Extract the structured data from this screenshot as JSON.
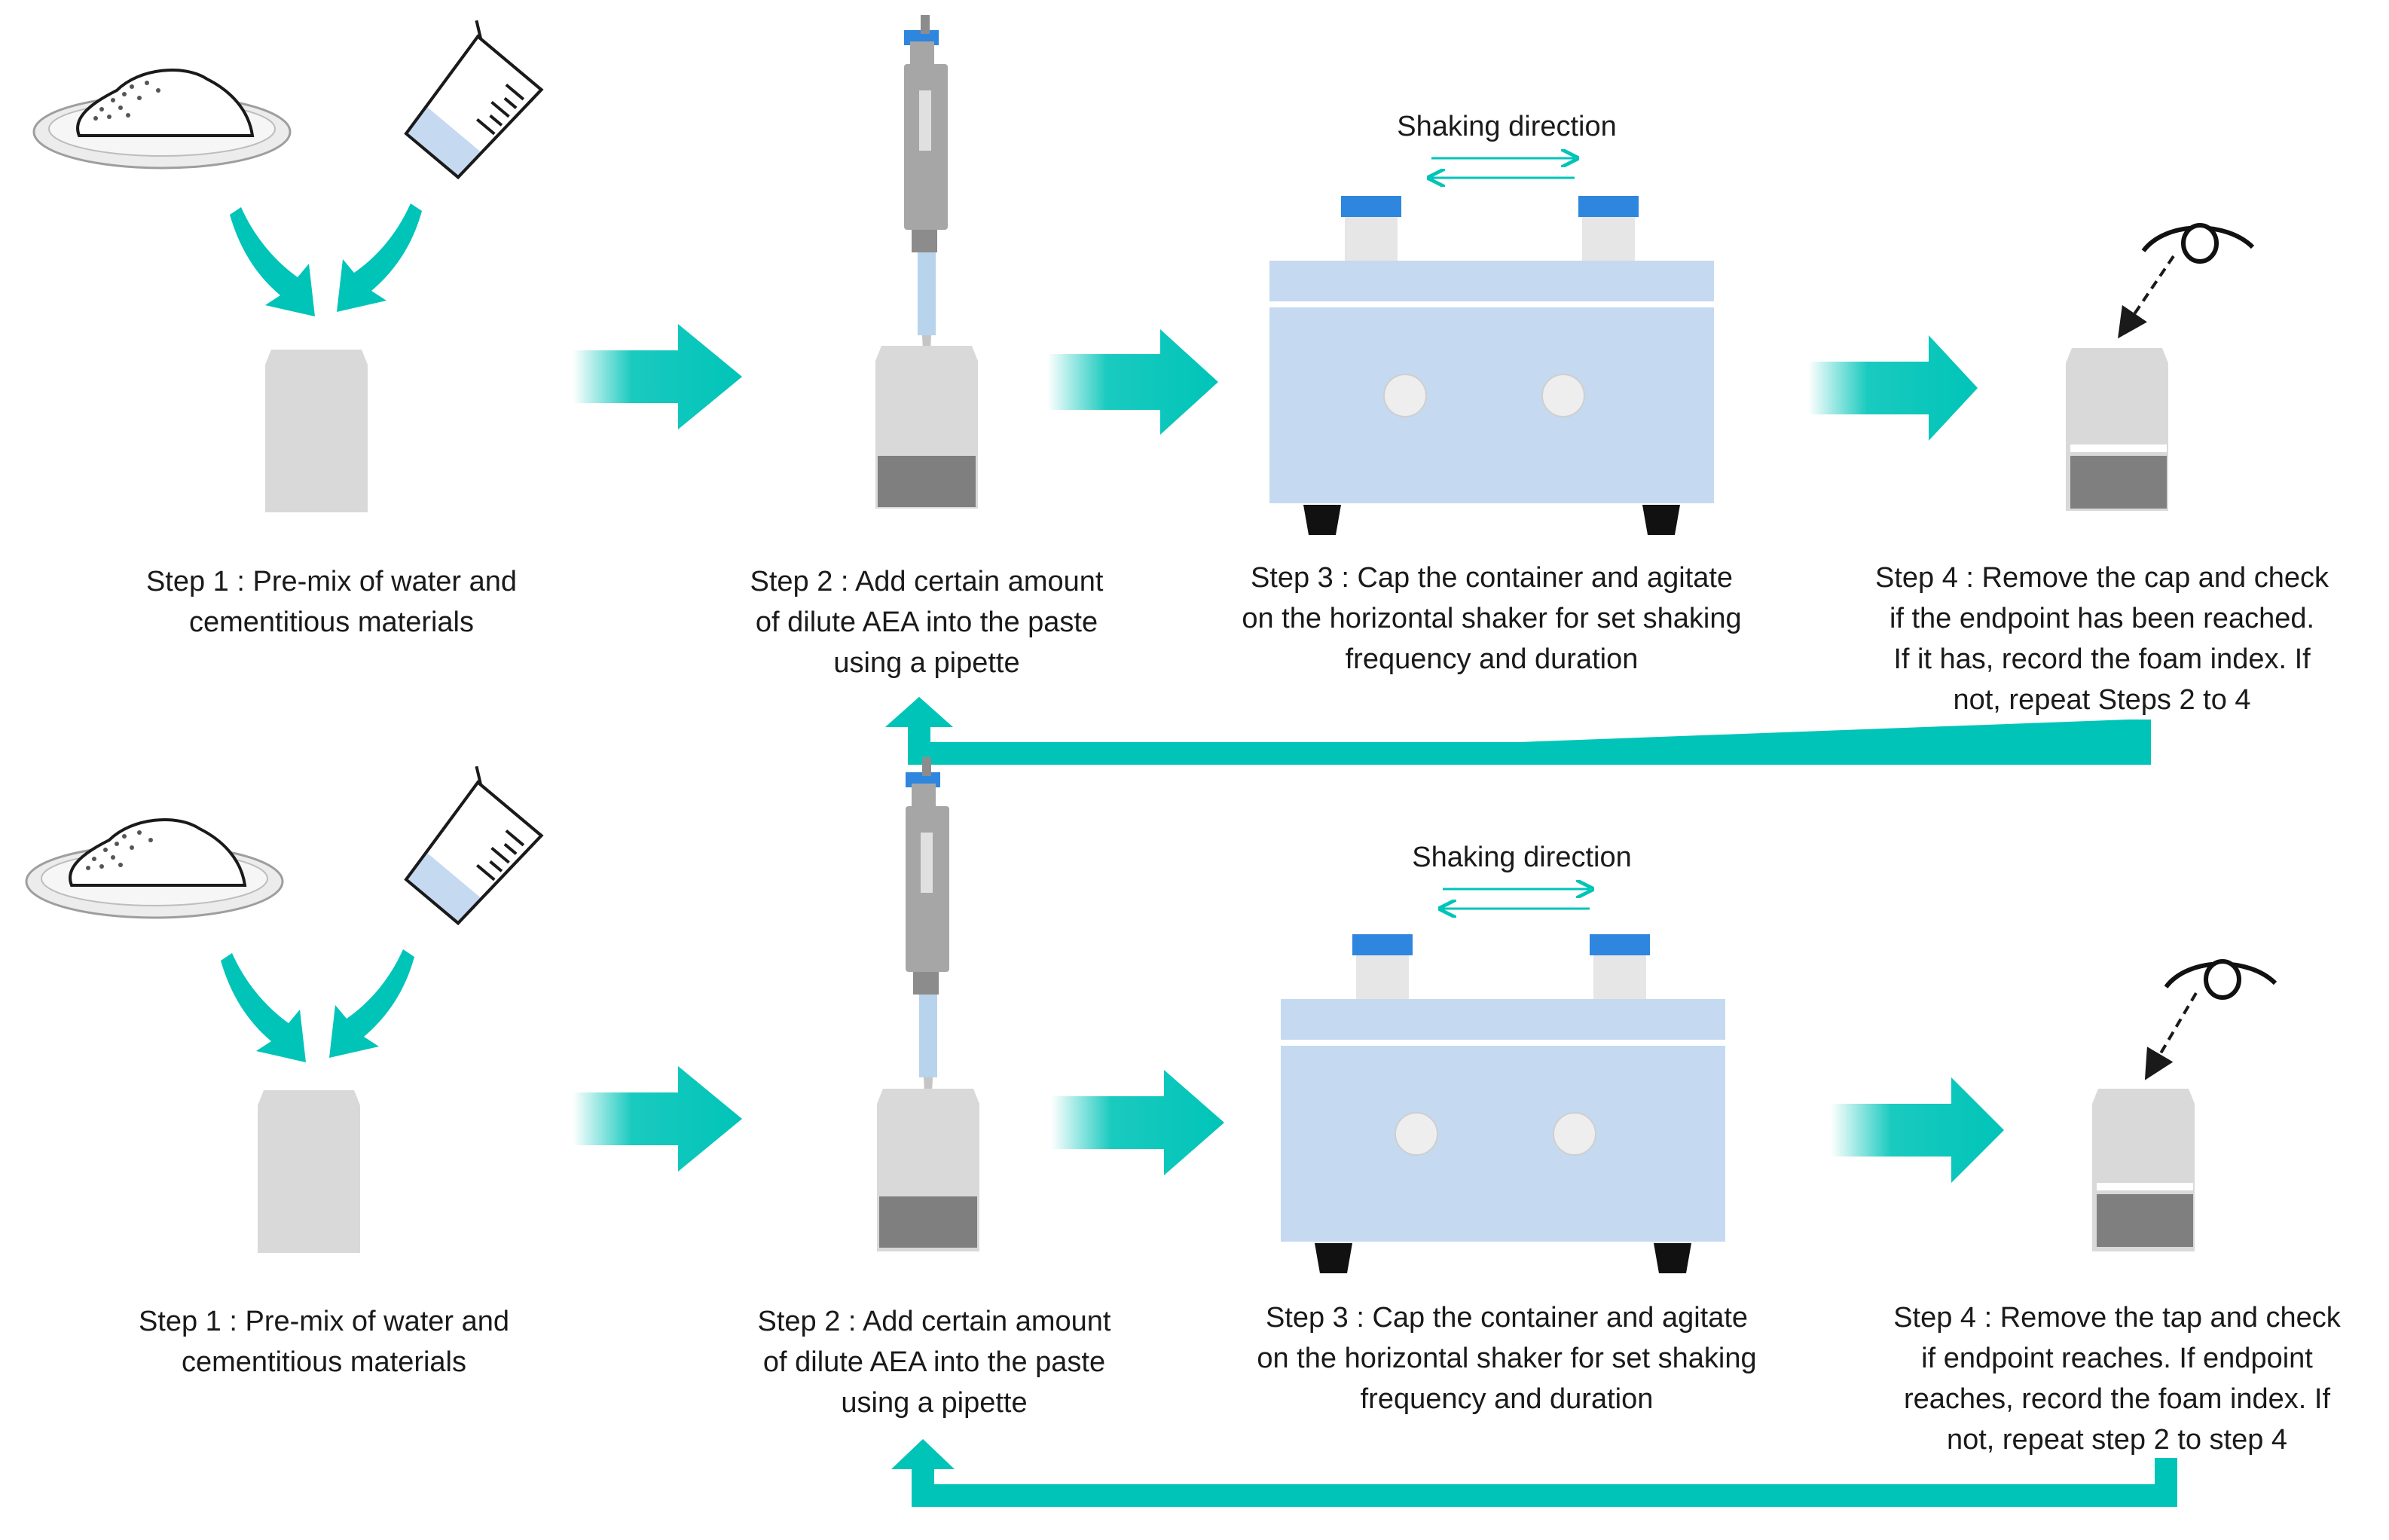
{
  "colors": {
    "teal": "#00c4b8",
    "container": "#d9d9d9",
    "paste": "#7f7f7f",
    "shaker": "#c5d9f1",
    "cap_blue": "#2e86de",
    "pipette": "#a6a6a6",
    "tip": "#b8d4ec",
    "foot": "#111111"
  },
  "icons": [
    "plate-with-powder-icon",
    "measuring-beaker-icon",
    "pipette-icon",
    "container-icon",
    "horizontal-shaker-icon",
    "eye-icon",
    "curved-arrow-icon",
    "process-arrow-icon",
    "loop-back-arrow-icon"
  ],
  "rows": [
    {
      "shaking_label": "Shaking direction",
      "steps": [
        {
          "caption": "Step 1 : Pre-mix of water and\ncementitious materials"
        },
        {
          "caption": "Step 2 : Add certain amount\nof dilute AEA into the paste\nusing a pipette"
        },
        {
          "caption": "Step 3 : Cap the container and agitate\non the horizontal shaker for set shaking\nfrequency and duration"
        },
        {
          "caption": "Step 4 : Remove the cap and check\nif the endpoint has been reached.\nIf it has, record the foam index. If\nnot, repeat Steps 2 to 4"
        }
      ]
    },
    {
      "shaking_label": "Shaking direction",
      "steps": [
        {
          "caption": "Step 1 : Pre-mix of water and\ncementitious materials"
        },
        {
          "caption": "Step 2 : Add certain amount\nof dilute AEA into the paste\nusing a pipette"
        },
        {
          "caption": "Step 3 : Cap the container and agitate\non the horizontal shaker for set shaking\nfrequency and duration"
        },
        {
          "caption": "Step 4 : Remove the tap and check\nif endpoint reaches. If endpoint\nreaches, record the foam index. If\nnot, repeat step 2 to step 4"
        }
      ]
    }
  ]
}
